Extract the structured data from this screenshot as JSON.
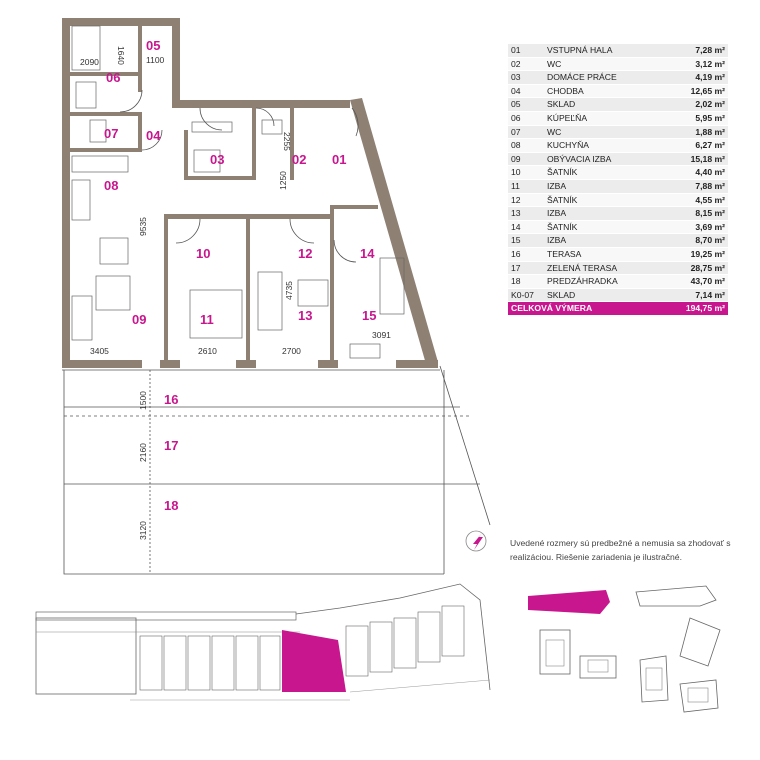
{
  "rooms": [
    {
      "id": "01",
      "name": "VSTUPNÁ HALA",
      "area": "7,28 m²"
    },
    {
      "id": "02",
      "name": "WC",
      "area": "3,12 m²"
    },
    {
      "id": "03",
      "name": "DOMÁCE PRÁCE",
      "area": "4,19 m²"
    },
    {
      "id": "04",
      "name": "CHODBA",
      "area": "12,65 m²"
    },
    {
      "id": "05",
      "name": "SKLAD",
      "area": "2,02 m²"
    },
    {
      "id": "06",
      "name": "KÚPEĽŇA",
      "area": "5,95 m²"
    },
    {
      "id": "07",
      "name": "WC",
      "area": "1,88 m²"
    },
    {
      "id": "08",
      "name": "KUCHYŇA",
      "area": "6,27 m²"
    },
    {
      "id": "09",
      "name": "OBÝVACIA IZBA",
      "area": "15,18 m²"
    },
    {
      "id": "10",
      "name": "ŠATNÍK",
      "area": "4,40 m²"
    },
    {
      "id": "11",
      "name": "IZBA",
      "area": "7,88 m²"
    },
    {
      "id": "12",
      "name": "ŠATNÍK",
      "area": "4,55 m²"
    },
    {
      "id": "13",
      "name": "IZBA",
      "area": "8,15 m²"
    },
    {
      "id": "14",
      "name": "ŠATNÍK",
      "area": "3,69 m²"
    },
    {
      "id": "15",
      "name": "IZBA",
      "area": "8,70 m²"
    },
    {
      "id": "16",
      "name": "TERASA",
      "area": "19,25 m²"
    },
    {
      "id": "17",
      "name": "ZELENÁ TERASA",
      "area": "28,75 m²"
    },
    {
      "id": "18",
      "name": "PREDZÁHRADKA",
      "area": "43,70 m²"
    },
    {
      "id": "K0-07",
      "name": "SKLAD",
      "area": "7,14 m²"
    }
  ],
  "total": {
    "label": "CELKOVÁ VÝMERA",
    "area": "194,75 m²"
  },
  "disclaimer": "Uvedené rozmery sú predbežné a nemusia sa zhodovať s realizáciou. Riešenie zariadenia je ilustračné.",
  "plan_labels": {
    "r01": "01",
    "r02": "02",
    "r03": "03",
    "r04": "04",
    "r05": "05",
    "r06": "06",
    "r07": "07",
    "r08": "08",
    "r09": "09",
    "r10": "10",
    "r11": "11",
    "r12": "12",
    "r13": "13",
    "r14": "14",
    "r15": "15",
    "r16": "16",
    "r17": "17",
    "r18": "18"
  },
  "dimensions": {
    "d2090": "2090",
    "d1640": "1640",
    "d1100": "1100",
    "d2255": "2255",
    "d1250": "1250",
    "d9535": "9535",
    "d4735": "4735",
    "d3091": "3091",
    "d3405": "3405",
    "d2610": "2610",
    "d2700": "2700",
    "d1500": "1500",
    "d2160": "2160",
    "d3120": "3120"
  },
  "colors": {
    "accent": "#c8168f",
    "wall": "#8e8174"
  },
  "icons": {
    "compass": "north-arrow-icon"
  }
}
